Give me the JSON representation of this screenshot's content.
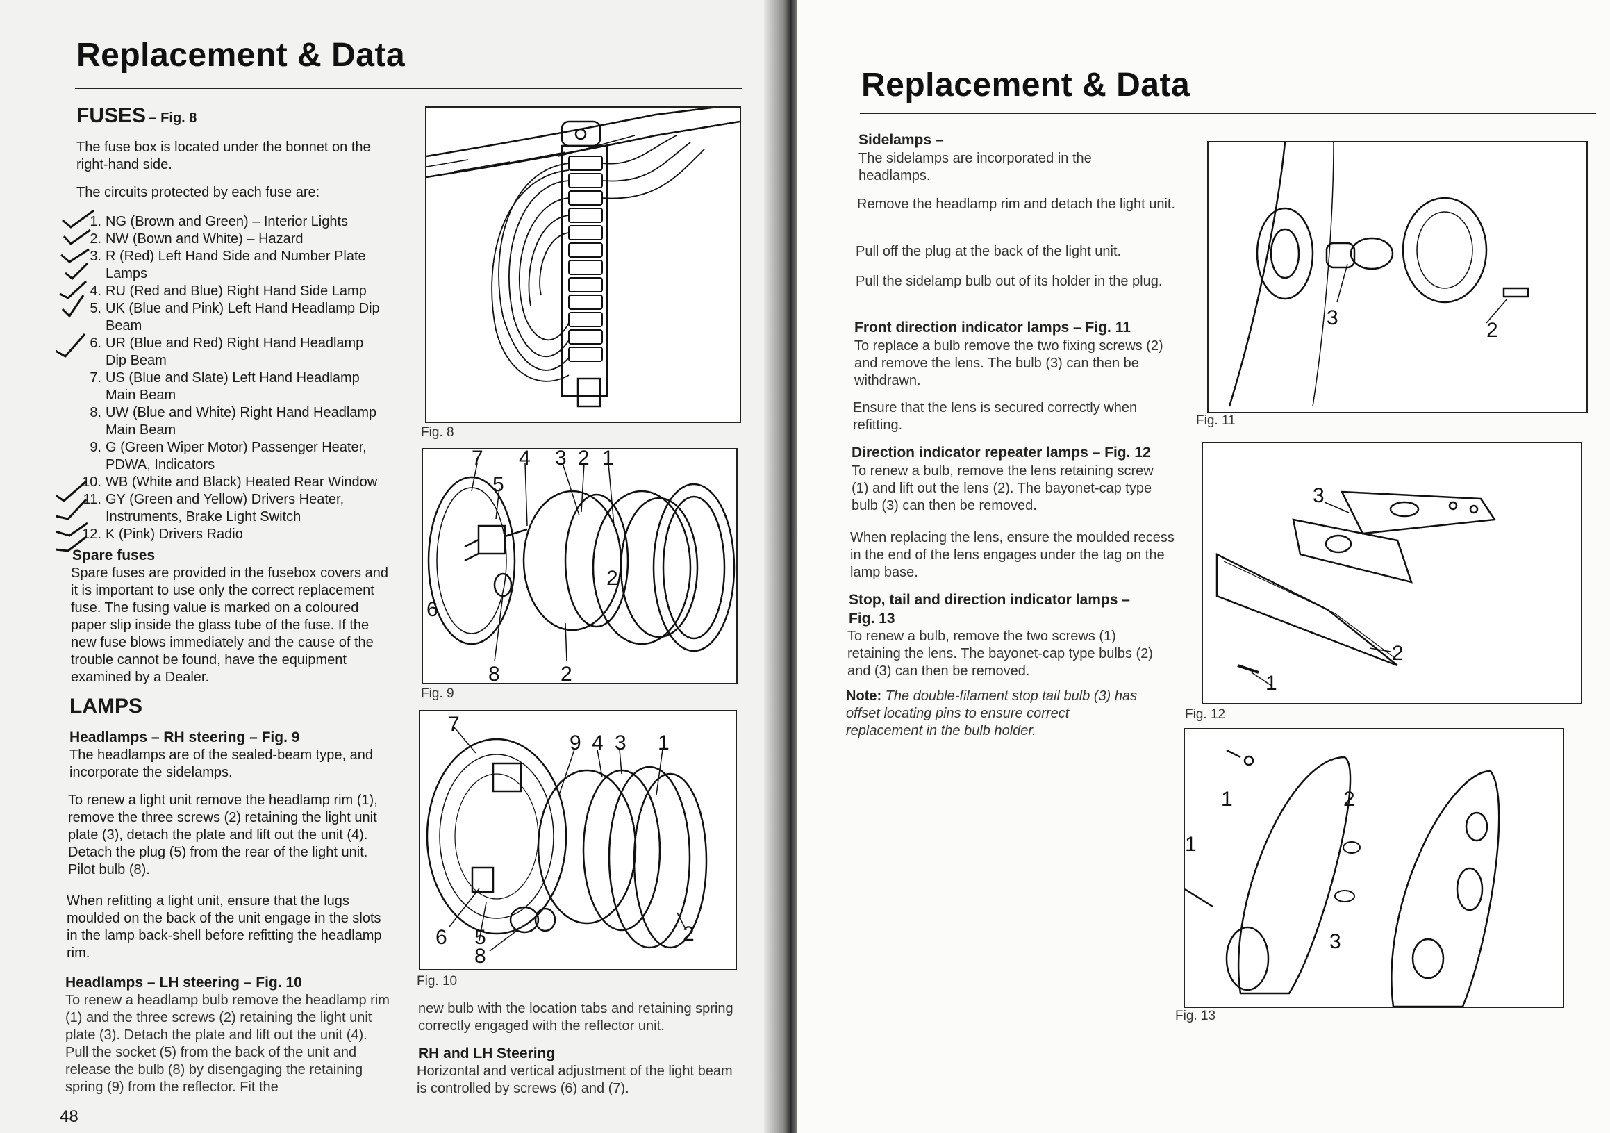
{
  "left": {
    "title": "Replacement & Data",
    "fuses_heading": "FUSES",
    "fuses_fig": "– Fig. 8",
    "fuse_intro": "The fuse box is located under the bonnet on the right-hand side.",
    "fuse_circuits": "The circuits protected by each fuse are:",
    "fuses": [
      {
        "n": "1.",
        "text": "NG (Brown and Green) – Interior Lights"
      },
      {
        "n": "2.",
        "text": "NW (Bown and White) – Hazard"
      },
      {
        "n": "3.",
        "text": "R (Red) Left Hand Side and Number Plate"
      },
      {
        "n": "",
        "text": "Lamps"
      },
      {
        "n": "4.",
        "text": "RU (Red and Blue) Right Hand Side Lamp"
      },
      {
        "n": "5.",
        "text": "UK (Blue and Pink) Left Hand Headlamp Dip"
      },
      {
        "n": "",
        "text": "Beam"
      },
      {
        "n": "6.",
        "text": "UR (Blue and Red) Right Hand Headlamp"
      },
      {
        "n": "",
        "text": "Dip Beam"
      },
      {
        "n": "7.",
        "text": "US (Blue and Slate) Left Hand Headlamp"
      },
      {
        "n": "",
        "text": "Main Beam"
      },
      {
        "n": "8.",
        "text": "UW (Blue and White) Right Hand Headlamp"
      },
      {
        "n": "",
        "text": "Main Beam"
      },
      {
        "n": "9.",
        "text": "G (Green Wiper Motor) Passenger Heater,"
      },
      {
        "n": "",
        "text": "PDWA, Indicators"
      },
      {
        "n": "10.",
        "text": "WB (White and Black) Heated Rear Window"
      },
      {
        "n": "11.",
        "text": "GY (Green and Yellow) Drivers Heater,"
      },
      {
        "n": "",
        "text": "Instruments, Brake Light Switch"
      },
      {
        "n": "12.",
        "text": "K (Pink) Drivers Radio"
      }
    ],
    "spare_heading": "Spare fuses",
    "spare_text": "Spare fuses are provided in the fusebox covers and it is important to use only the correct replacement fuse. The fusing value is marked on a coloured paper slip inside the glass tube of the fuse. If the new fuse blows immediately and the cause of the trouble cannot be found, have the equipment examined by a Dealer.",
    "lamps_heading": "LAMPS",
    "headlamps_rh_heading": "Headlamps – RH steering – Fig. 9",
    "headlamps_rh_p1": "The headlamps are of the sealed-beam type, and incorporate the sidelamps.",
    "headlamps_rh_p2": "To renew a light unit remove the headlamp rim (1), remove the three screws (2) retaining the light unit plate (3), detach the plate and lift out the unit (4). Detach the plug (5) from the rear of the light unit. Pilot bulb (8).",
    "headlamps_rh_p3": "When refitting a light unit, ensure that the lugs moulded on the back of the unit engage in the slots in the lamp back-shell before refitting the headlamp rim.",
    "headlamps_lh_heading": "Headlamps – LH steering – Fig. 10",
    "headlamps_lh_p1": "To renew a headlamp bulb remove the headlamp rim (1) and the three screws (2) retaining the light unit plate (3). Detach the plate and lift out the unit (4). Pull the socket (5) from the back of the unit and release the bulb (8) by disengaging the retaining spring (9) from the reflector. Fit the",
    "col2_p1": "new bulb with the location tabs and retaining spring correctly engaged with the reflector unit.",
    "steering_heading": "RH and LH Steering",
    "steering_p": "Horizontal and vertical adjustment of the light beam is controlled by screws (6) and (7).",
    "fig8_caption": "Fig. 8",
    "fig9_caption": "Fig. 9",
    "fig10_caption": "Fig. 10",
    "fig9_labels": [
      "7",
      "4",
      "3",
      "2",
      "1",
      "5",
      "6",
      "2",
      "8",
      "2"
    ],
    "fig10_labels": [
      "7",
      "9",
      "4",
      "3",
      "1",
      "6",
      "5",
      "8",
      "2"
    ],
    "page_number": "48"
  },
  "right": {
    "title": "Replacement & Data",
    "sidelamps_heading": "Sidelamps –",
    "sidelamps_p1": "The sidelamps are incorporated in the headlamps.",
    "sidelamps_p2": "Remove the headlamp rim and detach the light unit.",
    "sidelamps_p3": "Pull off the plug at the back of the light unit.",
    "sidelamps_p4": "Pull the sidelamp bulb out of its holder in the plug.",
    "front_ind_heading": "Front direction indicator lamps – Fig. 11",
    "front_ind_p1": "To replace a bulb remove the two fixing screws (2) and remove the lens. The bulb (3) can then be withdrawn.",
    "front_ind_p2": "Ensure that the lens is secured correctly when refitting.",
    "repeater_heading": "Direction indicator repeater lamps – Fig. 12",
    "repeater_p1": "To renew a bulb, remove the lens retaining screw (1) and lift out the lens (2). The bayonet-cap type bulb (3) can then be removed.",
    "repeater_p2": "When replacing the lens, ensure the moulded recess in the end of the lens engages under the tag on the lamp base.",
    "stop_heading": "Stop, tail and direction indicator lamps – Fig. 13",
    "stop_p1": "To renew a bulb, remove the two screws (1) retaining the lens. The bayonet-cap type bulbs (2) and (3) can then be removed.",
    "note_label": "Note:",
    "note_text": "The double-filament stop tail bulb (3) has offset locating pins to ensure correct replacement in the bulb holder.",
    "fig11_caption": "Fig. 11",
    "fig12_caption": "Fig. 12",
    "fig13_caption": "Fig. 13",
    "fig11_labels": [
      "3",
      "2"
    ],
    "fig12_labels": [
      "3",
      "2",
      "1"
    ],
    "fig13_labels": [
      "1",
      "1",
      "2",
      "3"
    ]
  },
  "colors": {
    "paper_left": "#f2f2f0",
    "paper_right": "#fbfbfa",
    "ink": "#1a1a1a",
    "pen": "#111111"
  }
}
